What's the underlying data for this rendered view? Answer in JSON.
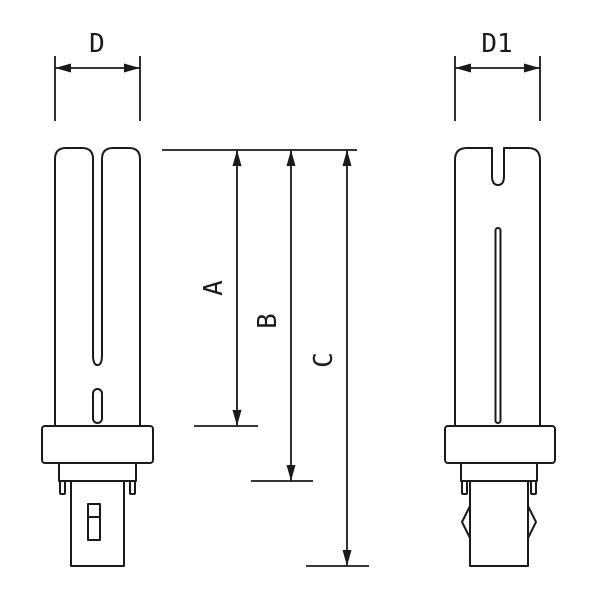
{
  "dimensions": {
    "d": {
      "label": "D"
    },
    "d1": {
      "label": "D1"
    },
    "a": {
      "label": "A"
    },
    "b": {
      "label": "B"
    },
    "c": {
      "label": "C"
    }
  },
  "colors": {
    "line": "#1a1a1a",
    "background": "#ffffff"
  }
}
